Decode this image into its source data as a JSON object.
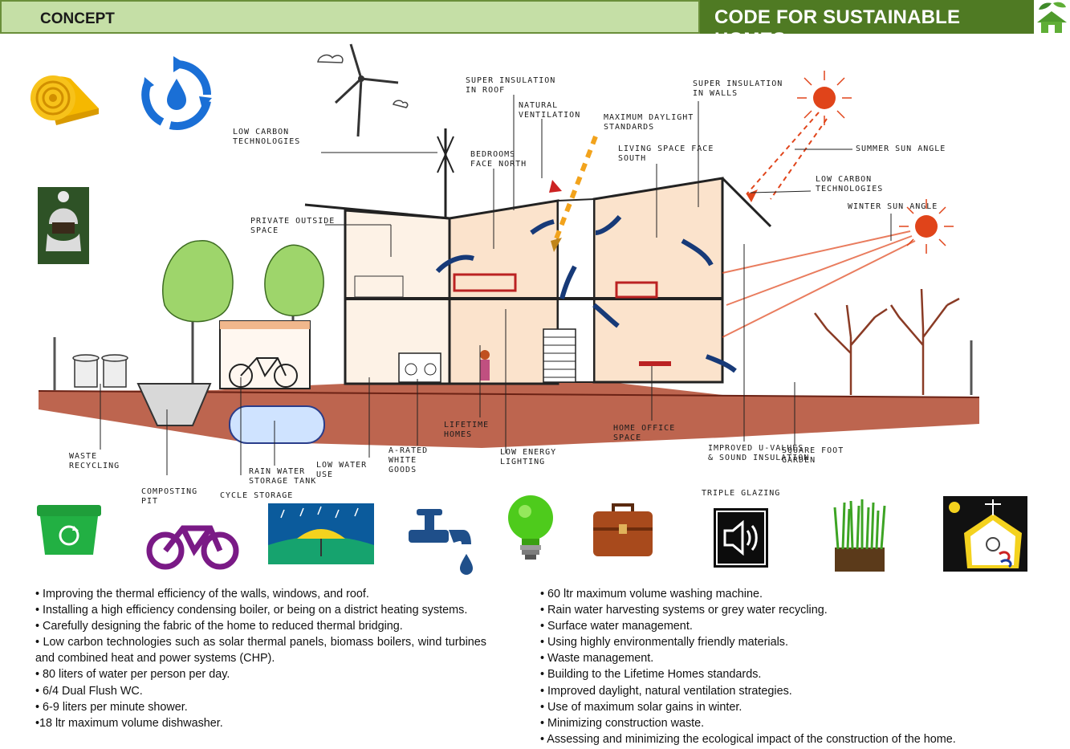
{
  "header": {
    "left_title": "CONCEPT",
    "right_title": "CODE FOR SUSTAINABLE HOMES"
  },
  "diagram_labels": {
    "low_carbon_tech_1": "LOW CARBON TECHNOLOGIES",
    "super_insulation_roof": "SUPER INSULATION IN ROOF",
    "natural_ventilation": "NATURAL VENTILATION",
    "max_daylight": "MAXIMUM DAYLIGHT STANDARDS",
    "super_insulation_walls": "SUPER INSULATION IN WALLS",
    "bedrooms_north": "BEDROOMS FACE NORTH",
    "living_space_south": "LIVING SPACE FACE SOUTH",
    "summer_sun": "SUMMER SUN ANGLE",
    "low_carbon_tech_2": "LOW CARBON TECHNOLOGIES",
    "winter_sun": "WINTER SUN ANGLE",
    "private_outside": "PRIVATE OUTSIDE SPACE",
    "lifetime_homes": "LIFETIME HOMES",
    "home_office": "HOME OFFICE SPACE",
    "waste_recycling": "WASTE RECYCLING",
    "a_rated_goods": "A-RATED WHITE GOODS",
    "low_energy_lighting": "LOW ENERGY LIGHTING",
    "improved_u_values": "IMPROVED U-VALUES & SOUND INSULATION",
    "square_foot_garden": "SQUARE FOOT GARDEN",
    "rain_water_tank": "RAIN WATER STORAGE TANK",
    "low_water_use": "LOW WATER USE",
    "composting_pit": "COMPOSTING PIT",
    "cycle_storage": "CYCLE STORAGE",
    "triple_glazing": "TRIPLE GLAZING"
  },
  "icons": {
    "top": [
      "insulation-roll-icon",
      "water-recycle-icon",
      "knit-hat-icon"
    ],
    "bottom": [
      "recycle-bin-icon",
      "bicycle-icon",
      "rain-umbrella-icon",
      "water-tap-icon",
      "light-bulb-icon",
      "briefcase-icon",
      "speaker-icon",
      "grass-turf-icon",
      "solar-house-icon"
    ]
  },
  "bullets_left": [
    "• Improving the thermal efficiency of the walls, windows, and roof.",
    "• Installing a high efficiency condensing boiler, or being on a district heating systems.",
    "• Carefully designing the fabric of the home to reduced thermal bridging.",
    "• Low carbon technologies such as solar thermal panels, biomass boilers, wind turbines and combined heat and power systems (CHP).",
    "• 80 liters of water per person per day.",
    "• 6/4 Dual Flush WC.",
    "• 6-9 liters per minute shower.",
    "•18 ltr maximum volume dishwasher."
  ],
  "bullets_right": [
    "• 60 ltr maximum volume washing machine.",
    "• Rain water harvesting systems or grey water recycling.",
    "• Surface water management.",
    "• Using highly environmentally friendly materials.",
    "• Waste management.",
    "• Building to the Lifetime Homes standards.",
    "• Improved daylight, natural ventilation strategies.",
    "• Use of maximum solar gains in winter.",
    "• Minimizing construction waste.",
    "• Assessing and minimizing the ecological impact of the  construction of the home."
  ],
  "colors": {
    "header_light": "#c5dfa6",
    "header_dark": "#4f7a23",
    "ground": "#9b3a25",
    "sun": "#e0441a"
  }
}
